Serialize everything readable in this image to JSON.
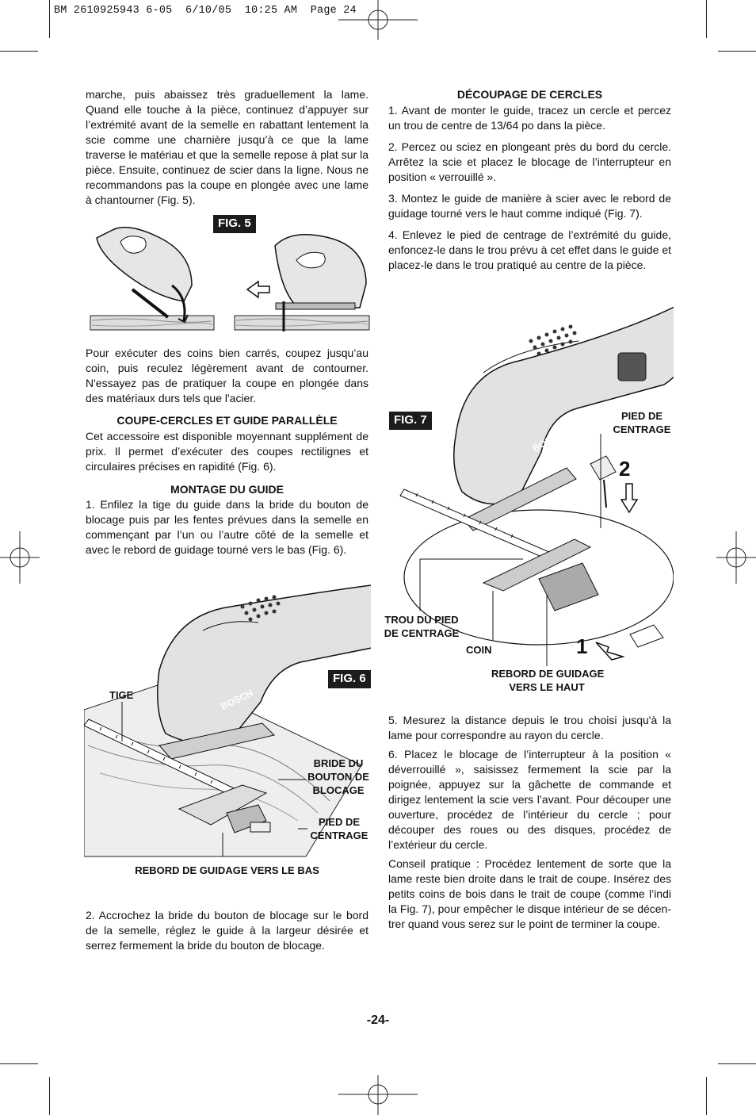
{
  "slug": "BM 2610925943 6-05  6/10/05  10:25 AM  Page 24",
  "left": {
    "p1": "marche, puis abaissez très graduellement la lame. Quand elle touche à la pièce, continuez d’appuyer sur l’extrémité avant de la semelle en rabattant lentement la scie comme une charnière jusqu’à ce que la lame traverse le matériau et que la semelle repose à plat sur la pièce. Ensuite, continuez de scier dans la ligne. Nous ne recommandons pas la coupe en plongée avec une lame à chantourner (Fig. 5).",
    "fig5_label": "FIG. 5",
    "p2": "Pour exécuter des coins bien carrés, coupez jusqu’au coin, puis reculez légèrement avant de contourner. N'essayez pas de pratiquer la coupe en plongée dans des matériaux durs tels que l'acier.",
    "h1": "COUPE-CERCLES ET GUIDE PARALLÈLE",
    "p3": "Cet accessoire est disponible moyennant supplément de prix. Il permet d’exécuter des coupes rectilignes et circulaires précises en rapidité (Fig. 6).",
    "h2": "MONTAGE DU GUIDE",
    "p4": "1.  Enfilez la tige du guide dans la bride du bouton de blocage puis par les fentes prévues dans la semelle en commençant par l’un ou l’autre côté de la semelle et avec le rebord de guidage tourné vers le bas (Fig. 6).",
    "fig6_label": "FIG. 6",
    "fig6_tige": "TIGE",
    "fig6_bride": [
      "BRIDE DU",
      "BOUTON DE",
      "BLOCAGE"
    ],
    "fig6_pied": [
      "PIED DE",
      "CENTRAGE"
    ],
    "fig6_rebord": "REBORD DE GUIDAGE VERS LE BAS",
    "p5": "2.  Accrochez la bride du bouton de blocage sur le bord de la semelle, réglez le guide à la largeur désirée et serrez fermement la bride du bouton de blocage."
  },
  "right": {
    "h1": "DÉCOUPAGE DE CERCLES",
    "s1": "1.  Avant de monter le guide, tracez un cercle et percez un trou de centre de 13/64 po dans la pièce.",
    "s2": "2.  Percez ou sciez en plongeant près du bord du cercle.  Arrêtez la scie et placez le blocage de l’interrupteur en position « verrouillé ».",
    "s3": "3.  Montez le guide de manière à scier avec le rebord de guidage tourné vers le haut comme indiqué (Fig. 7).",
    "s4": "4.  Enlevez le pied de centrage de l’extrémité du guide, enfoncez-le dans le trou prévu à cet effet dans le guide et placez-le dans le trou pratiqué au centre de la pièce.",
    "fig7_label": "FIG. 7",
    "fig7_pied": [
      "PIED DE",
      "CENTRAGE"
    ],
    "fig7_trou": [
      "TROU DU PIED",
      "DE CENTRAGE"
    ],
    "fig7_coin": "COIN",
    "fig7_rebord": [
      "REBORD DE GUIDAGE",
      "VERS LE HAUT"
    ],
    "fig7_num1": "1",
    "fig7_num2": "2",
    "brand": "BOSCH",
    "s5": "5. Mesurez la distance depuis le trou choisi jusqu'à la lame pour correspondre au rayon du cercle.",
    "s6": "6. Placez le blocage de l’interrupteur à la position « déverrouillé », saisissez fermement la scie par la poignée, appuyez sur la gâchette de commande et dirigez lentement la scie vers l’avant. Pour découper une ouverture, procédez de l’intérieur du cercle ; pour découper des roues ou des disques, procédez de l’extérieur du cercle.",
    "s7": "Conseil pratique : Procédez lentement de sorte que la lame reste bien droite dans le trait de coupe. Insérez des petits coins de bois dans le trait de coupe (comme l’indi la Fig. 7), pour empêcher le disque intérieur de se décen-trer quand vous serez sur le point de terminer la coupe."
  },
  "page_number": "-24-"
}
